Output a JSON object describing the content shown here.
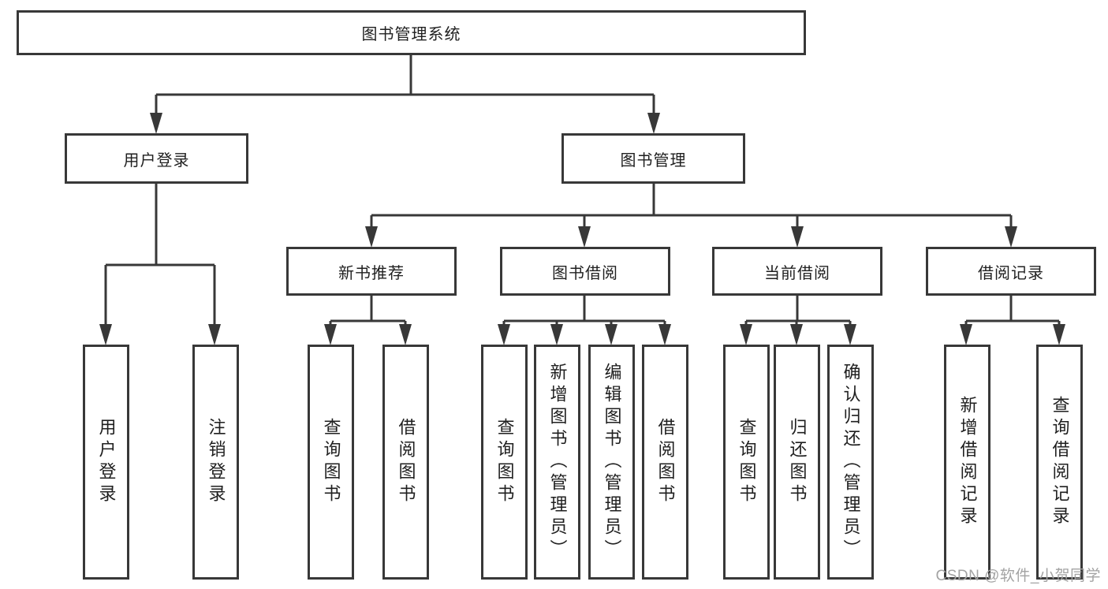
{
  "colors": {
    "box_border": "#383838",
    "connector_line": "#383838",
    "text": "#1f1f1f",
    "watermark": "#a3a3a3",
    "background": "#ffffff"
  },
  "watermark": "CSDN @软件_小贺同学",
  "tree": {
    "root": {
      "label": "图书管理系统"
    },
    "branches": [
      {
        "label": "用户登录",
        "children": [
          {
            "label": "用户登录"
          },
          {
            "label": "注销登录"
          }
        ]
      },
      {
        "label": "图书管理",
        "children": [
          {
            "label": "新书推荐",
            "children": [
              {
                "label": "查询图书"
              },
              {
                "label": "借阅图书"
              }
            ]
          },
          {
            "label": "图书借阅",
            "children": [
              {
                "label": "查询图书"
              },
              {
                "label": "新增图书（管理员）"
              },
              {
                "label": "编辑图书（管理员）"
              },
              {
                "label": "借阅图书"
              }
            ]
          },
          {
            "label": "当前借阅",
            "children": [
              {
                "label": "查询图书"
              },
              {
                "label": "归还图书"
              },
              {
                "label": "确认归还（管理员）"
              }
            ]
          },
          {
            "label": "借阅记录",
            "children": [
              {
                "label": "新增借阅记录"
              },
              {
                "label": "查询借阅记录"
              }
            ]
          }
        ]
      }
    ]
  }
}
